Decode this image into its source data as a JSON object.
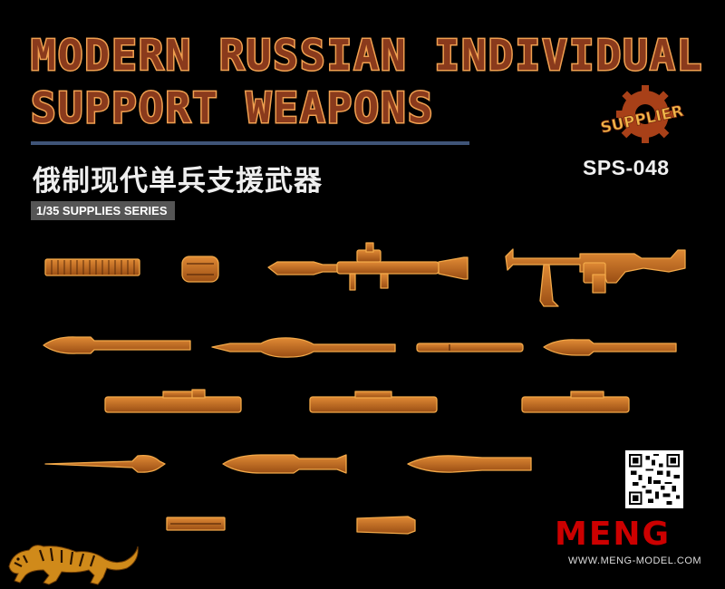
{
  "box": {
    "title_line1": "MODERN RUSSIAN INDIVIDUAL",
    "title_line2": "SUPPORT WEAPONS",
    "title_chinese": "俄制现代单兵支援武器",
    "series": "1/35 SUPPLIES SERIES",
    "product_code": "SPS-048",
    "supplier_badge": "SUPPLIER",
    "brand": "MENG",
    "website": "WWW.MENG-MODEL.COM"
  },
  "colors": {
    "part_outline": "#f0a040",
    "part_fill": "#c06a1e",
    "title_fill": "#8a3a1c",
    "rule": "#3f5478",
    "brand_red": "#cc0000"
  },
  "parts": [
    "ammunition-belt",
    "ammo-box",
    "rpg-7-launcher",
    "pkm-machine-gun",
    "rocket-1",
    "rocket-2",
    "rocket-3",
    "rocket-4",
    "launch-tube-1",
    "launch-tube-2",
    "launch-tube-3",
    "rocket-5",
    "rocket-6",
    "rocket-7",
    "rocket-case",
    "rocket-container"
  ]
}
